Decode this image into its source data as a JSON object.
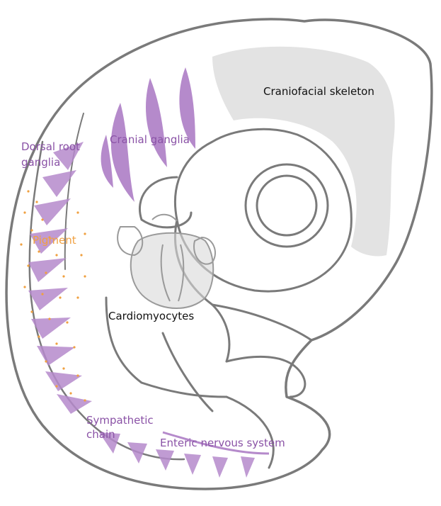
{
  "labels": {
    "craniofacial": "Craniofacial skeleton",
    "cranial_ganglia": "Cranial ganglia",
    "dorsal_root_line1": "Dorsal root",
    "dorsal_root_line2": "ganglia",
    "pigment": "Pigment",
    "cardiomyocytes": "Cardiomyocytes",
    "sympathetic_line1": "Sympathetic",
    "sympathetic_line2": "chain",
    "enteric": "Enteric nervous system"
  },
  "colors": {
    "outline": "#7a7a7a",
    "neural_crest": "#b58acb",
    "skeleton": "#e3e3e3",
    "pigment": "#f0a040",
    "label_dark": "#111111",
    "label_purple": "#8a52a6"
  }
}
